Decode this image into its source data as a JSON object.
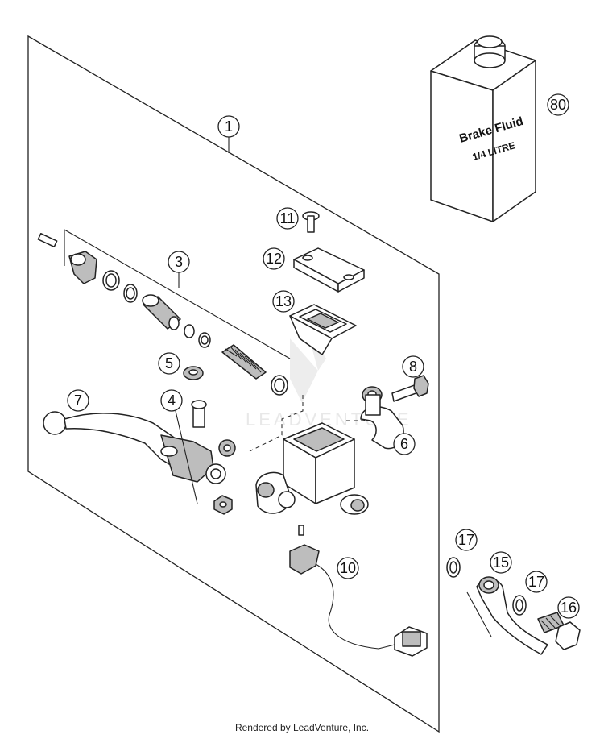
{
  "diagram": {
    "callouts": {
      "c1": "1",
      "c3": "3",
      "c4": "4",
      "c5": "5",
      "c6": "6",
      "c7": "7",
      "c8": "8",
      "c10": "10",
      "c11": "11",
      "c12": "12",
      "c13": "13",
      "c15": "15",
      "c16": "16",
      "c17a": "17",
      "c17b": "17",
      "c80": "80"
    },
    "bottle_label": {
      "line1": "Brake Fluid",
      "line2": "1/4 LITRE"
    },
    "watermark": "LEADVENTURE"
  },
  "footer": {
    "credit": "Rendered by LeadVenture, Inc."
  }
}
